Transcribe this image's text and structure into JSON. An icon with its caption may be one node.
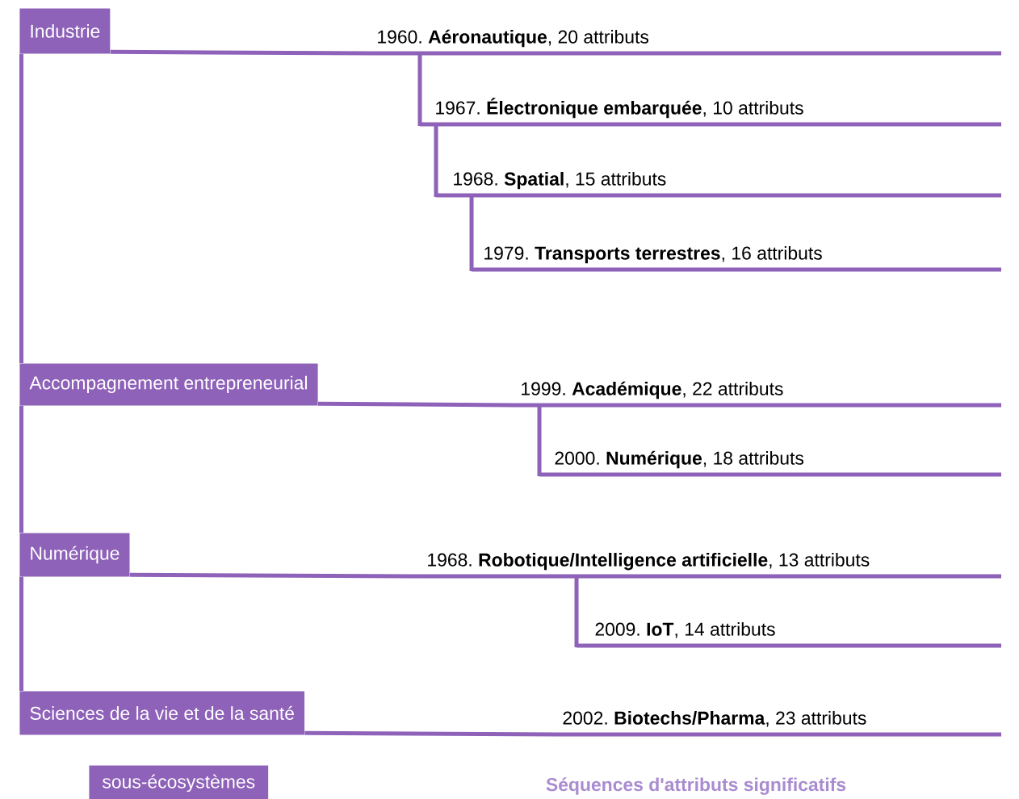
{
  "diagram": {
    "nodes": [
      {
        "text": [
          "Industrie"
        ]
      },
      {
        "text": [
          "1960. **Aéronautique**, 20 attributs"
        ]
      },
      {
        "text": [
          "1967. **Électronique embarquée**, 10 attributs"
        ]
      },
      {
        "text": [
          "1968. **Spatial**, 15 attributs"
        ]
      },
      {
        "text": [
          "1979. **Transports terrestres**, 16 attributs"
        ]
      },
      {
        "text": [
          "Accompagnement entrepreneurial"
        ]
      },
      {
        "text": [
          "1999. **Académique**, 22 attributs"
        ]
      },
      {
        "text": [
          "2000. **Numérique**, 18 attributs"
        ]
      },
      {
        "text": [
          "Numérique"
        ]
      },
      {
        "text": [
          "1968. **Robotique/Intelligence artificielle**, 13 attributs"
        ]
      },
      {
        "text": [
          "2009. **IoT**, 14 attributs"
        ]
      },
      {
        "text": [
          "Sciences de la vie et de la santé"
        ]
      },
      {
        "text": [
          "2002. **Biotechs/Pharma**, 23 attributs"
        ]
      }
    ],
    "edges": [
      {
        "from": 0,
        "to": 1,
        "arrow": "none"
      },
      {
        "from": 1,
        "to": 2,
        "arrow": "none"
      },
      {
        "from": 2,
        "to": 3,
        "arrow": "none"
      },
      {
        "from": 3,
        "to": 4,
        "arrow": "none"
      },
      {
        "from": 0,
        "to": 5,
        "arrow": "none"
      },
      {
        "from": 5,
        "to": 6,
        "arrow": "none"
      },
      {
        "from": 6,
        "to": 7,
        "arrow": "none"
      },
      {
        "from": 5,
        "to": 8,
        "arrow": "none"
      },
      {
        "from": 8,
        "to": 9,
        "arrow": "none"
      },
      {
        "from": 9,
        "to": 10,
        "arrow": "none"
      },
      {
        "from": 8,
        "to": 11,
        "arrow": "none"
      },
      {
        "from": 11,
        "to": 12,
        "arrow": "none"
      }
    ],
    "legend": [
      {
        "text": "sous-écosystèmes",
        "color": "#8e62b8"
      },
      {
        "text": "Séquences d'attributs significatifs"
      }
    ]
  }
}
